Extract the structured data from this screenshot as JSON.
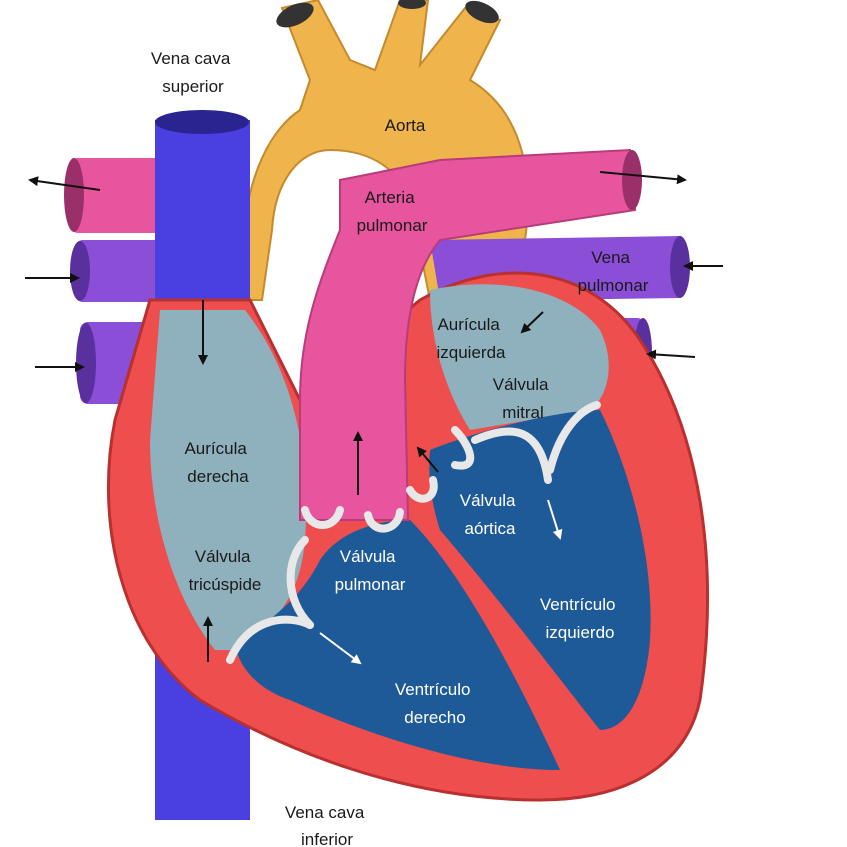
{
  "labels": {
    "vena_cava_superior": [
      "Vena cava",
      "superior"
    ],
    "aorta": [
      "Aorta"
    ],
    "arteria_pulmonar": [
      "Arteria",
      "pulmonar"
    ],
    "vena_pulmonar": [
      "Vena",
      "pulmonar"
    ],
    "auricula_izquierda": [
      "Aurícula",
      "izquierda"
    ],
    "valvula_mitral": [
      "Válvula",
      "mitral"
    ],
    "auricula_derecha": [
      "Aurícula",
      "derecha"
    ],
    "valvula_aortica": [
      "Válvula",
      "aórtica"
    ],
    "valvula_tricuspide": [
      "Válvula",
      "tricúspide"
    ],
    "valvula_pulmonar": [
      "Válvula",
      "pulmonar"
    ],
    "ventriculo_izquierdo": [
      "Ventrículo",
      "izquierdo"
    ],
    "ventriculo_derecho": [
      "Ventrículo",
      "derecho"
    ],
    "vena_cava_inferior": [
      "Vena cava",
      "inferior"
    ]
  },
  "colors": {
    "aorta": "#f0b44c",
    "pulmonary_artery": "#e8559f",
    "pulmonary_vein": "#8a4fd6",
    "vena_cava": "#4a3fe0",
    "myocardium": "#ef4e4e",
    "atrium": "#8fb0bd",
    "ventricle": "#1e5a98",
    "valve": "#e8e8e8"
  }
}
